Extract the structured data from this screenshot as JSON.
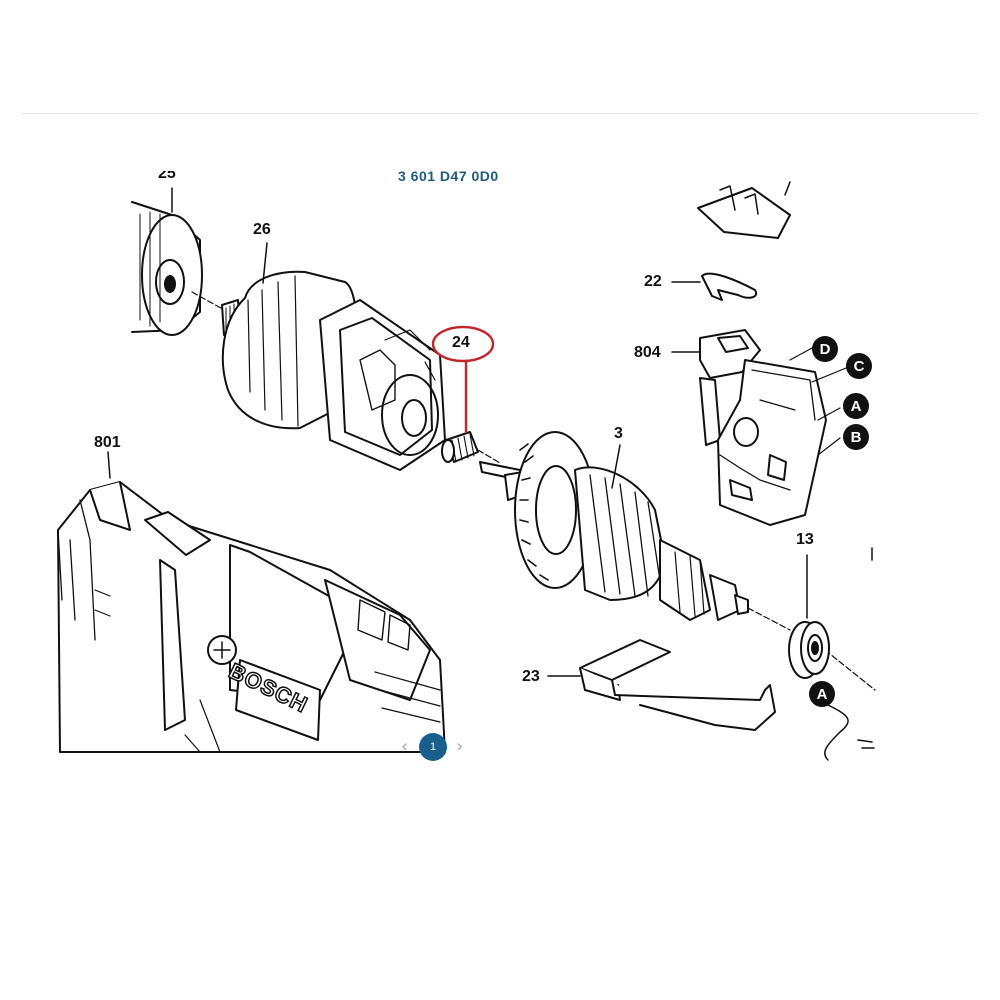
{
  "document": {
    "id": "3 601 D47 0D0"
  },
  "parts": {
    "p25": "25",
    "p26": "26",
    "p24": "24",
    "p22": "22",
    "p804": "804",
    "p801": "801",
    "p3": "3",
    "p13": "13",
    "p23": "23"
  },
  "connectors": {
    "d": "D",
    "c": "C",
    "a_top": "A",
    "b": "B",
    "a_bottom": "A"
  },
  "housing_logo": "BOSCH",
  "highlight": {
    "part": "24",
    "color": "#c0282d"
  },
  "pager": {
    "current": "1"
  }
}
